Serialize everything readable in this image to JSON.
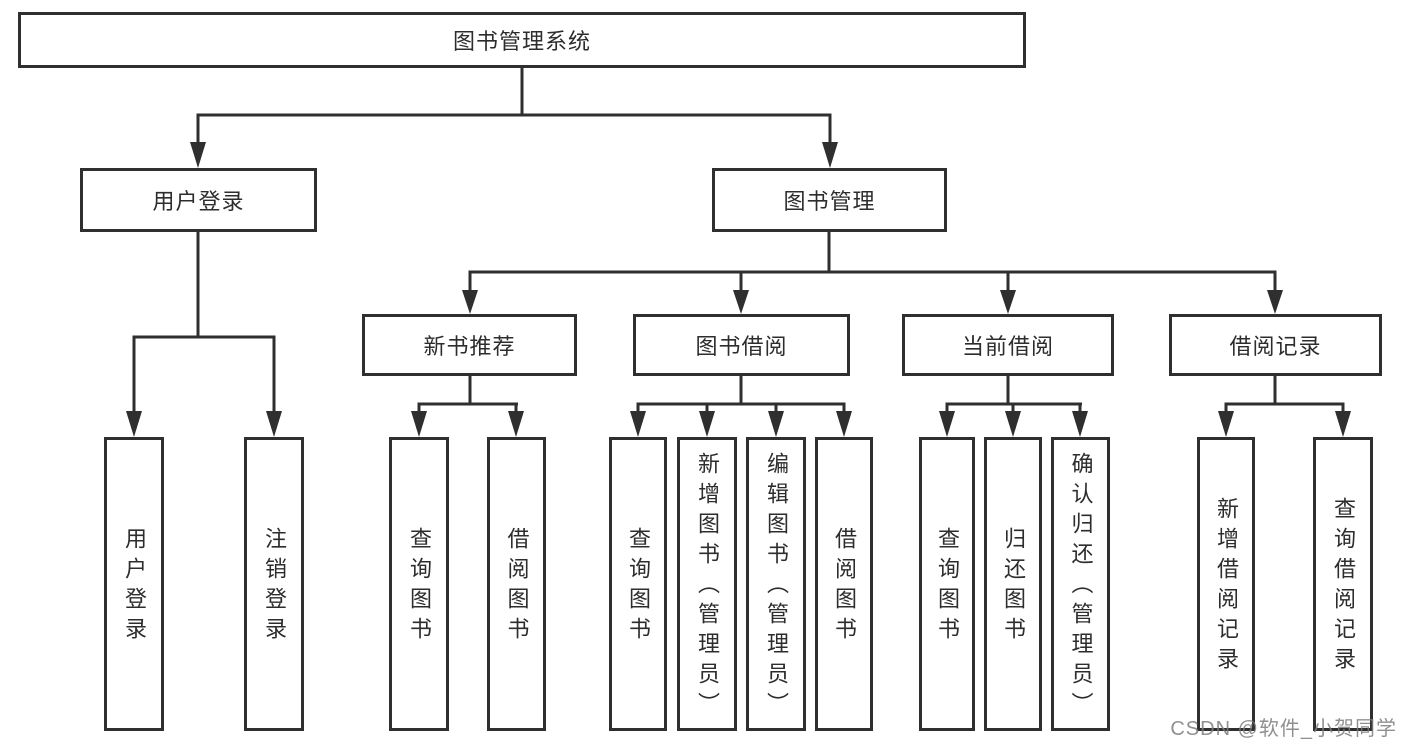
{
  "tree": {
    "root": {
      "label": "图书管理系统"
    },
    "children": [
      {
        "label": "用户登录",
        "children": [
          {
            "label": "用户登录"
          },
          {
            "label": "注销登录"
          }
        ]
      },
      {
        "label": "图书管理",
        "children": [
          {
            "label": "新书推荐",
            "children": [
              {
                "label": "查询图书"
              },
              {
                "label": "借阅图书"
              }
            ]
          },
          {
            "label": "图书借阅",
            "children": [
              {
                "label": "查询图书"
              },
              {
                "label": "新增图书（管理员）"
              },
              {
                "label": "编辑图书（管理员）"
              },
              {
                "label": "借阅图书"
              }
            ]
          },
          {
            "label": "当前借阅",
            "children": [
              {
                "label": "查询图书"
              },
              {
                "label": "归还图书"
              },
              {
                "label": "确认归还（管理员）"
              }
            ]
          },
          {
            "label": "借阅记录",
            "children": [
              {
                "label": "新增借阅记录"
              },
              {
                "label": "查询借阅记录"
              }
            ]
          }
        ]
      }
    ]
  },
  "watermark": "CSDN @软件_小贺同学",
  "colors": {
    "line": "#2f2f2f",
    "box_border": "#2f2f2f",
    "text": "#2d2d2d",
    "watermark": "#7d7d7d",
    "background": "#ffffff"
  }
}
